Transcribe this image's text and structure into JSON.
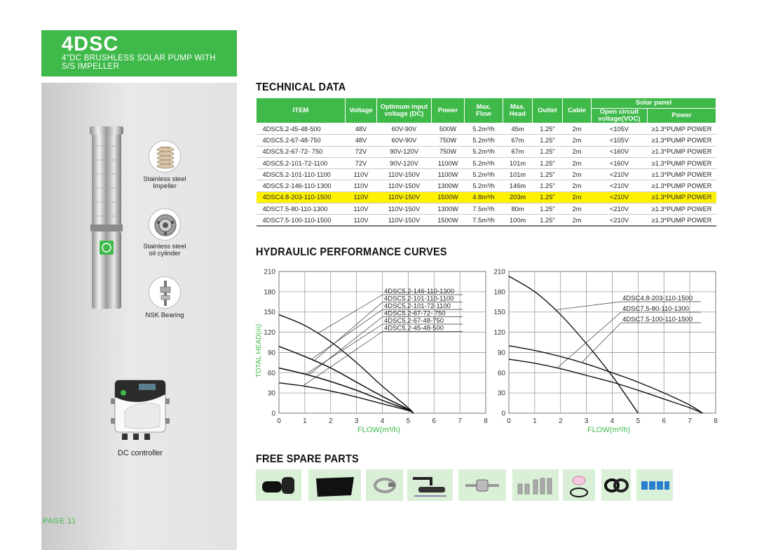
{
  "header": {
    "model": "4DSC",
    "subtitle_line1": "4\"DC BRUSHLESS SOLAR PUMP WITH",
    "subtitle_line2": "S/S IMPELLER"
  },
  "left_panel": {
    "parts": [
      {
        "label_line1": "Stainless steel",
        "label_line2": "Impeller"
      },
      {
        "label_line1": "Stainless steel",
        "label_line2": "oil cylinder"
      },
      {
        "label_line1": "NSK Bearing",
        "label_line2": ""
      }
    ],
    "controller_label": "DC controller",
    "page_label": "PAGE  11"
  },
  "technical": {
    "title": "TECHNICAL DATA",
    "headers": {
      "item": "ITEM",
      "voltage": "Voltage",
      "optimum_line1": "Optimum input",
      "optimum_line2": "voltage (DC)",
      "power": "Power",
      "max_flow_line1": "Max.",
      "max_flow_line2": "Flow",
      "max_head_line1": "Max.",
      "max_head_line2": "Head",
      "outlet": "Outlet",
      "cable": "Cable",
      "solar_panel": "Solar panel",
      "voc_line1": "Open circuit",
      "voc_line2": "voltage(VOC)",
      "panel_power": "Power"
    },
    "rows": [
      {
        "item": "4DSC5.2-45-48-500",
        "voltage": "48V",
        "optimum": "60V-90V",
        "power": "500W",
        "flow": "5.2m³/h",
        "head": "45m",
        "outlet": "1.25\"",
        "cable": "2m",
        "voc": "<105V",
        "panel_power": "≥1.3*PUMP POWER"
      },
      {
        "item": "4DSC5.2-67-48-750",
        "voltage": "48V",
        "optimum": "60V-90V",
        "power": "750W",
        "flow": "5.2m³/h",
        "head": "67m",
        "outlet": "1.25\"",
        "cable": "2m",
        "voc": "<105V",
        "panel_power": "≥1.3*PUMP POWER"
      },
      {
        "item": "4DSC5.2-67-72- 750",
        "voltage": "72V",
        "optimum": "90V-120V",
        "power": "750W",
        "flow": "5.2m³/h",
        "head": "67m",
        "outlet": "1.25\"",
        "cable": "2m",
        "voc": "<160V",
        "panel_power": "≥1.3*PUMP POWER"
      },
      {
        "item": "4DSC5.2-101-72-1100",
        "voltage": "72V",
        "optimum": "90V-120V",
        "power": "1100W",
        "flow": "5.2m³/h",
        "head": "101m",
        "outlet": "1.25\"",
        "cable": "2m",
        "voc": "<160V",
        "panel_power": "≥1.3*PUMP POWER"
      },
      {
        "item": "4DSC5.2-101-110-1100",
        "voltage": "110V",
        "optimum": "110V-150V",
        "power": "1100W",
        "flow": "5.2m³/h",
        "head": "101m",
        "outlet": "1.25\"",
        "cable": "2m",
        "voc": "<210V",
        "panel_power": "≥1.3*PUMP POWER"
      },
      {
        "item": "4DSC5.2-146-110-1300",
        "voltage": "110V",
        "optimum": "110V-150V",
        "power": "1300W",
        "flow": "5.2m³/h",
        "head": "146m",
        "outlet": "1.25\"",
        "cable": "2m",
        "voc": "<210V",
        "panel_power": "≥1.3*PUMP POWER"
      },
      {
        "item": "4DSC4.8-203-110-1500",
        "voltage": "110V",
        "optimum": "110V-150V",
        "power": "1500W",
        "flow": "4.8m³/h",
        "head": "203m",
        "outlet": "1.25\"",
        "cable": "2m",
        "voc": "<210V",
        "panel_power": "≥1.3*PUMP POWER"
      },
      {
        "item": "4DSC7.5-80-110-1300",
        "voltage": "110V",
        "optimum": "110V-150V",
        "power": "1300W",
        "flow": "7.5m³/h",
        "head": "80m",
        "outlet": "1.25\"",
        "cable": "2m",
        "voc": "<210V",
        "panel_power": "≥1.3*PUMP POWER"
      },
      {
        "item": "4DSC7.5-100-110-1500",
        "voltage": "110V",
        "optimum": "110V-150V",
        "power": "1500W",
        "flow": "7.5m³/h",
        "head": "100m",
        "outlet": "1.25\"",
        "cable": "2m",
        "voc": "<210V",
        "panel_power": "≥1.3*PUMP POWER"
      }
    ],
    "highlight_row": 6,
    "highlight_color": "#fff200"
  },
  "hydraulic_title": "HYDRAULIC PERFORMANCE CURVES",
  "spare_title": "FREE SPARE PARTS",
  "spare_parts": [
    "cable-sleeve-icon",
    "tape-roll-icon",
    "hose-clamp-icon",
    "hex-key-icon",
    "coupling-icon",
    "bolts-icon",
    "tape-ring-icon",
    "seal-rings-icon",
    "connectors-icon"
  ],
  "colors": {
    "brand_green": "#3fb94a",
    "axis_label_green": "#3fb94a",
    "spare_bg": "#d9efd6"
  },
  "chart_data": [
    {
      "type": "line",
      "xlabel": "FLOW(m³/h)",
      "ylabel": "TOTAL HEAD(m)",
      "xlim": [
        0,
        8
      ],
      "ylim": [
        0,
        210
      ],
      "xticks": [
        0,
        1,
        2,
        3,
        4,
        5,
        6,
        7,
        8
      ],
      "yticks": [
        0,
        30,
        60,
        90,
        120,
        150,
        180,
        210
      ],
      "grid": true,
      "series": [
        {
          "name": "4DSC5.2-146-110-1300",
          "x": [
            0,
            1,
            2,
            3,
            4,
            5,
            5.2
          ],
          "y": [
            146,
            130,
            106,
            75,
            40,
            8,
            0
          ]
        },
        {
          "name": "4DSC5.2-101-110-1100",
          "x": [
            0,
            1,
            2,
            3,
            4,
            5,
            5.2
          ],
          "y": [
            99,
            84,
            67,
            46,
            25,
            6,
            0
          ]
        },
        {
          "name": "4DSC5.2-101-72-1100",
          "x": [
            0,
            1,
            2,
            3,
            4,
            5,
            5.2
          ],
          "y": [
            99,
            84,
            67,
            46,
            25,
            6,
            0
          ]
        },
        {
          "name": "4DSC5.2-67-72- 750",
          "x": [
            0,
            1,
            2,
            3,
            4,
            5,
            5.2
          ],
          "y": [
            67,
            58,
            47,
            34,
            19,
            5,
            0
          ]
        },
        {
          "name": "4DSC5.2-67-48-750",
          "x": [
            0,
            1,
            2,
            3,
            4,
            5,
            5.2
          ],
          "y": [
            67,
            58,
            47,
            34,
            19,
            5,
            0
          ]
        },
        {
          "name": "4DSC5.2-45-48-500",
          "x": [
            0,
            1,
            2,
            3,
            4,
            5,
            5.2
          ],
          "y": [
            45,
            40,
            33,
            24,
            14,
            4,
            0
          ]
        }
      ]
    },
    {
      "type": "line",
      "xlabel": "FLOW(m³/h)",
      "ylabel": "",
      "xlim": [
        0,
        8
      ],
      "ylim": [
        0,
        210
      ],
      "xticks": [
        0,
        1,
        2,
        3,
        4,
        5,
        6,
        7,
        8
      ],
      "yticks": [
        0,
        30,
        60,
        90,
        120,
        150,
        180,
        210
      ],
      "grid": true,
      "series": [
        {
          "name": "4DSC4.8-203-110-1500",
          "x": [
            0,
            1,
            2,
            3,
            4,
            4.5,
            5
          ],
          "y": [
            203,
            180,
            146,
            103,
            55,
            28,
            0
          ]
        },
        {
          "name": "4DSC7.5-80-110-1300",
          "x": [
            0,
            1,
            2,
            3,
            4,
            5,
            6,
            7,
            7.5
          ],
          "y": [
            80,
            74,
            66,
            56,
            46,
            34,
            21,
            8,
            0
          ]
        },
        {
          "name": "4DSC7.5-100-110-1500",
          "x": [
            0,
            1,
            2,
            3,
            4,
            5,
            6,
            7,
            7.5
          ],
          "y": [
            100,
            93,
            84,
            73,
            60,
            46,
            30,
            12,
            0
          ]
        }
      ]
    }
  ]
}
